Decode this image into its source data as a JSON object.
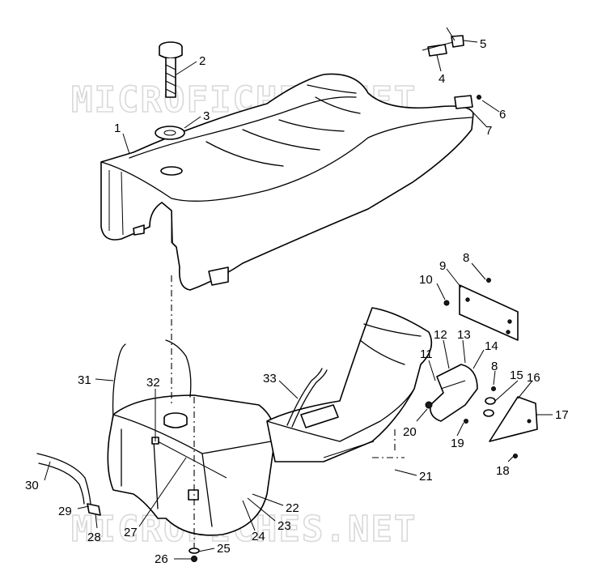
{
  "watermark_text": "MICROFICHES.NET",
  "callouts": [
    "1",
    "2",
    "3",
    "4",
    "5",
    "6",
    "7",
    "8",
    "9",
    "10",
    "11",
    "12",
    "13",
    "14",
    "8",
    "15",
    "16",
    "17",
    "18",
    "19",
    "20",
    "21",
    "22",
    "23",
    "24",
    "25",
    "26",
    "27",
    "28",
    "29",
    "30",
    "31",
    "32",
    "33"
  ]
}
